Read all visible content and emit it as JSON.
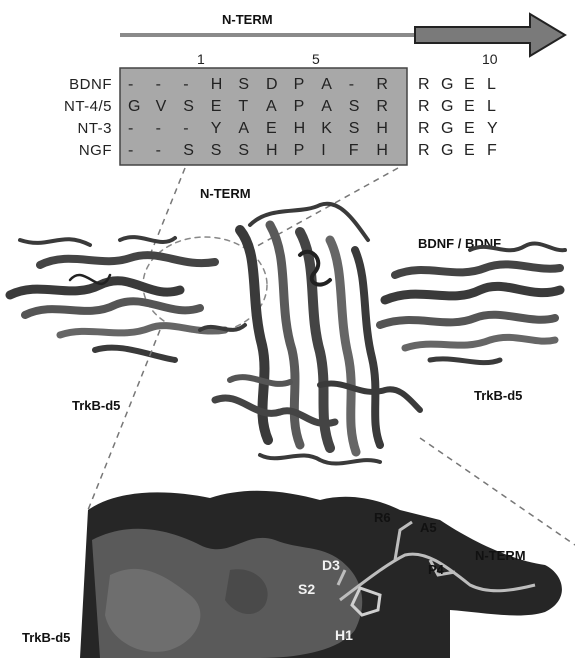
{
  "top_arrow": {
    "label": "N-TERM"
  },
  "alignment": {
    "positions": [
      "1",
      "5",
      "10"
    ],
    "rows": [
      {
        "name": "BDNF",
        "boxed": [
          "-",
          "-",
          "-",
          "H",
          "S",
          "D",
          "P",
          "A",
          "-",
          "R"
        ],
        "tail": [
          "R",
          "G",
          "E",
          "L"
        ]
      },
      {
        "name": "NT-4/5",
        "boxed": [
          "G",
          "V",
          "S",
          "E",
          "T",
          "A",
          "P",
          "A",
          "S",
          "R"
        ],
        "tail": [
          "R",
          "G",
          "E",
          "L"
        ]
      },
      {
        "name": "NT-3",
        "boxed": [
          "-",
          "-",
          "-",
          "Y",
          "A",
          "E",
          "H",
          "K",
          "S",
          "H"
        ],
        "tail": [
          "R",
          "G",
          "E",
          "Y"
        ]
      },
      {
        "name": "NGF",
        "boxed": [
          "-",
          "-",
          "S",
          "S",
          "S",
          "H",
          "P",
          "I",
          "F",
          "H"
        ],
        "tail": [
          "R",
          "G",
          "E",
          "F"
        ]
      }
    ]
  },
  "structure": {
    "n_term_label": "N-TERM",
    "dimer_label": "BDNF / BDNF",
    "left_receptor_label": "TrkB-d5",
    "right_receptor_label": "TrkB-d5"
  },
  "surface": {
    "receptor_label": "TrkB-d5",
    "residues": [
      "R6",
      "A5",
      "D3",
      "P4",
      "S2",
      "H1"
    ],
    "n_term_label": "N-TERM"
  },
  "colors": {
    "arrow_fill": "#7a7a7a",
    "alignment_box": "#a8a8a8",
    "ribbon": "#3a3a3a",
    "surface_dark": "#262626",
    "surface_mid": "#5a5a5a"
  }
}
